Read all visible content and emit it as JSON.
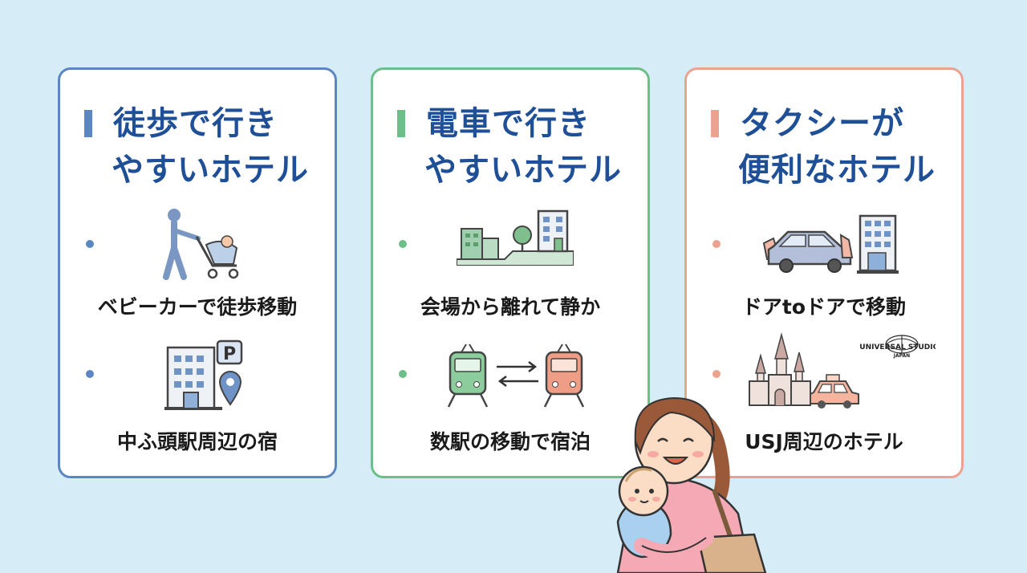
{
  "colors": {
    "background": "#d6ecf7",
    "walk": "#5b86c2",
    "train": "#6cbf89",
    "taxi": "#eba38f",
    "title_text": "#1f4f96"
  },
  "cards": [
    {
      "title_line1": "徒歩で行き",
      "title_line2": "やすいホテル",
      "items": [
        {
          "label": "ベビーカーで徒歩移動",
          "icon": "stroller-walking-icon"
        },
        {
          "label": "中ふ頭駅周辺の宿",
          "icon": "hotel-parking-pin-icon"
        }
      ]
    },
    {
      "title_line1": "電車で行き",
      "title_line2": "やすいホテル",
      "items": [
        {
          "label": "会場から離れて静か",
          "icon": "quiet-city-icon"
        },
        {
          "label": "数駅の移動で宿泊",
          "icon": "train-transfer-icon"
        }
      ]
    },
    {
      "title_line1": "タクシーが",
      "title_line2": "便利なホテル",
      "items": [
        {
          "label": "ドアtoドアで移動",
          "icon": "car-door-to-door-icon"
        },
        {
          "label": "USJ周辺のホテル",
          "icon": "castle-taxi-icon"
        }
      ]
    }
  ],
  "logo_text": {
    "line1": "UNIVERSAL STUDIOS",
    "line2": "JAPAN"
  }
}
